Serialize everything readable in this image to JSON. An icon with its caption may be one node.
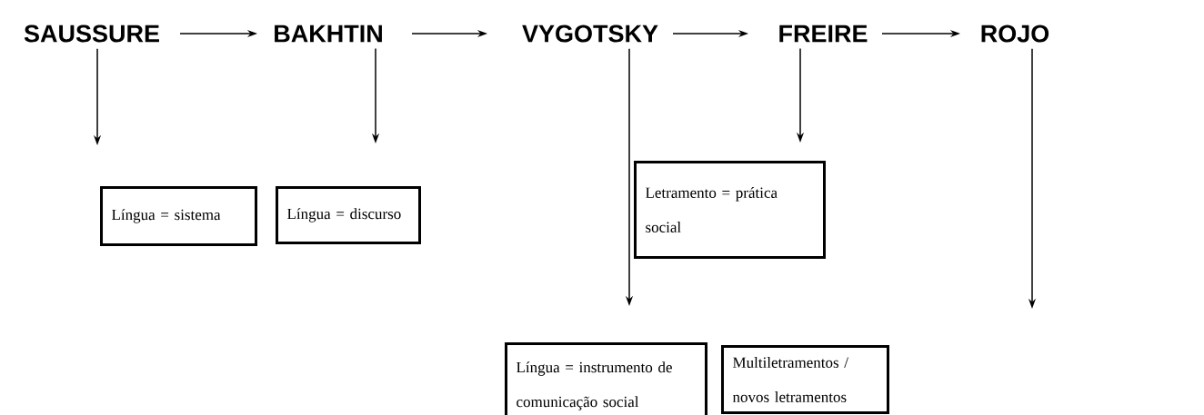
{
  "diagram": {
    "nodes": [
      {
        "text": [
          "SAUSSURE"
        ]
      },
      {
        "text": [
          "BAKHTIN"
        ]
      },
      {
        "text": [
          "VYGOTSKY"
        ]
      },
      {
        "text": [
          "FREIRE"
        ]
      },
      {
        "text": [
          "ROJO"
        ]
      },
      {
        "text": [
          "Língua = sistema"
        ]
      },
      {
        "text": [
          "Língua = discurso"
        ]
      },
      {
        "text": [
          "Letramento = prática social"
        ]
      },
      {
        "text": [
          "Língua = instrumento de comunicação social"
        ]
      },
      {
        "text": [
          "Multiletramentos / novos letramentos"
        ]
      }
    ],
    "edges": [
      {
        "from": 0,
        "to": 1,
        "arrow": "to"
      },
      {
        "from": 1,
        "to": 2,
        "arrow": "to"
      },
      {
        "from": 2,
        "to": 3,
        "arrow": "to"
      },
      {
        "from": 3,
        "to": 4,
        "arrow": "to"
      },
      {
        "from": 0,
        "to": 5,
        "arrow": "to"
      },
      {
        "from": 1,
        "to": 6,
        "arrow": "to"
      },
      {
        "from": 2,
        "to": 8,
        "arrow": "to"
      },
      {
        "from": 3,
        "to": 7,
        "arrow": "to"
      },
      {
        "from": 4,
        "to": null,
        "arrow": "to"
      }
    ]
  }
}
